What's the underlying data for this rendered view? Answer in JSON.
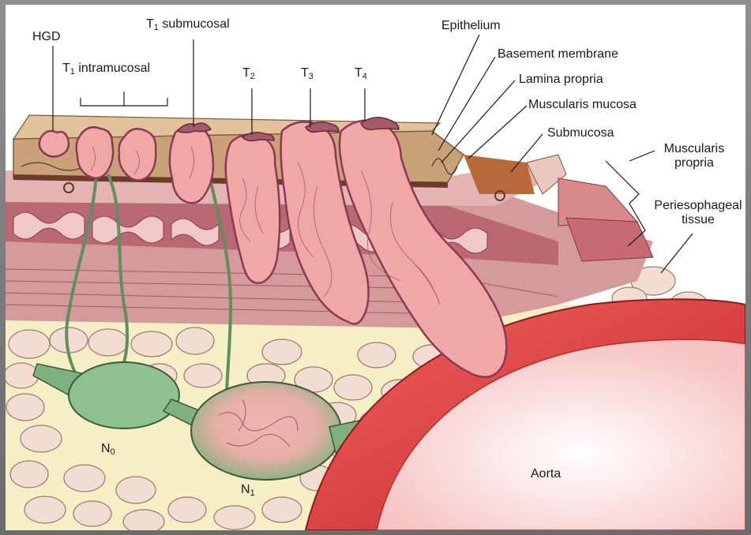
{
  "labels": {
    "hgd": "HGD",
    "t1_intramucosal": {
      "prefix": "T",
      "sub": "1",
      "rest": " intramucosal"
    },
    "t1_submucosal": {
      "prefix": "T",
      "sub": "1",
      "rest": " submucosal"
    },
    "t2": {
      "prefix": "T",
      "sub": "2"
    },
    "t3": {
      "prefix": "T",
      "sub": "3"
    },
    "t4": {
      "prefix": "T",
      "sub": "4"
    },
    "epithelium": "Epithelium",
    "basement_membrane": "Basement membrane",
    "lamina_propria": "Lamina propria",
    "muscularis_mucosa": "Muscularis mucosa",
    "submucosa": "Submucosa",
    "muscularis_propria_1": "Muscularis",
    "muscularis_propria_2": "propria",
    "periesophageal_1": "Periesophageal",
    "periesophageal_2": "tissue",
    "n0": {
      "prefix": "N",
      "sub": "0"
    },
    "n1": {
      "prefix": "N",
      "sub": "1"
    },
    "aorta": "Aorta"
  },
  "colors": {
    "tumor": "#f2a7a7",
    "tumor_outline": "#8a3a55",
    "mucosa": "#c9a27a",
    "muscle": "#d58a8a",
    "muscle_dark": "#a24a5a",
    "fat": "#f4dcd4",
    "fat_bg": "#f9f2c8",
    "node": "#8fc08f",
    "aorta": "#e23a3a"
  }
}
